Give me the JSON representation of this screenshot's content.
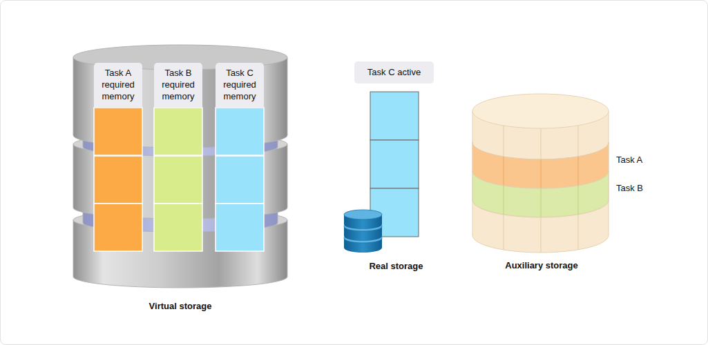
{
  "diagram": {
    "nodes": [
      {
        "text": [
          "Virtual storage"
        ]
      },
      {
        "text": [
          "Task A required memory"
        ],
        "in": 0
      },
      {
        "text": [
          "Task B required memory"
        ],
        "in": 0
      },
      {
        "text": [
          "Task C required memory"
        ],
        "in": 0
      },
      {
        "text": [
          "Task C active"
        ]
      },
      {
        "text": [
          "Real storage"
        ]
      },
      {
        "text": [
          "Auxiliary storage"
        ]
      },
      {
        "text": [
          "Task A"
        ],
        "in": 6
      },
      {
        "text": [
          "Task B"
        ],
        "in": 6
      }
    ]
  }
}
